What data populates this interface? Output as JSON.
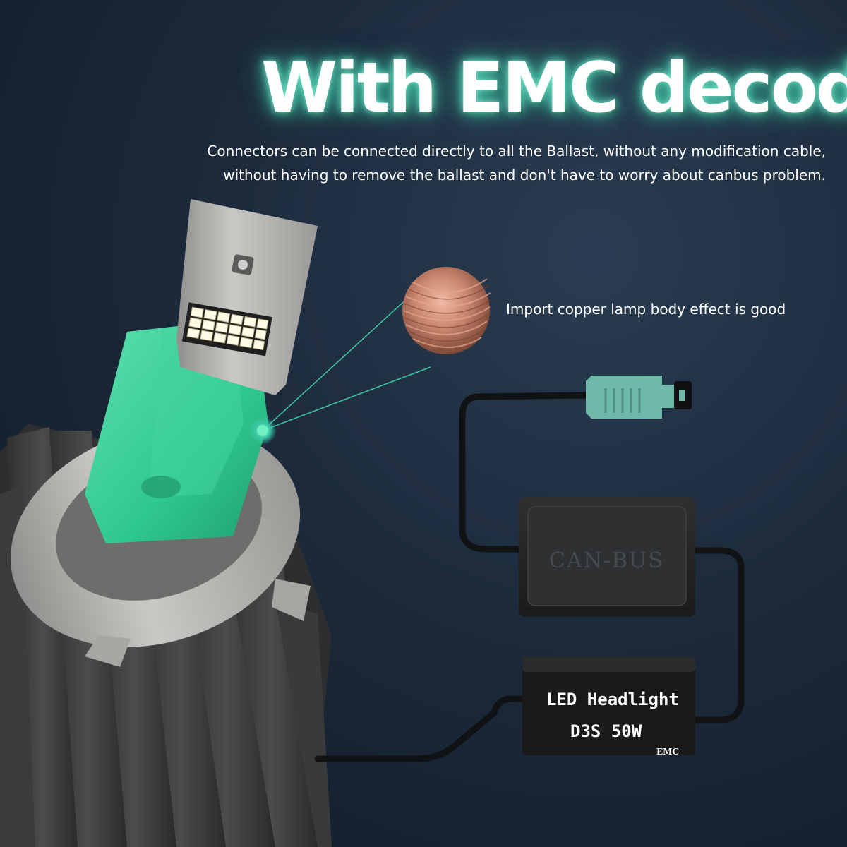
{
  "headline": "With EMC decoding",
  "description": {
    "line1": "Connectors can be connected directly to all the Ballast, without any modification cable,",
    "line2": "without having to remove the ballast and don't have to worry about canbus problem."
  },
  "callout": "Import copper lamp body effect is good",
  "decoder_box": {
    "label": "CAN-BUS"
  },
  "emc_box": {
    "line1": "LED Headlight",
    "line2": "D3S 50W",
    "tag": "EMC"
  },
  "colors": {
    "accent_glow": "#3cc9a6",
    "connector": "#6fb9a8",
    "copper": "#c98770",
    "background": "#1c2a3b"
  }
}
